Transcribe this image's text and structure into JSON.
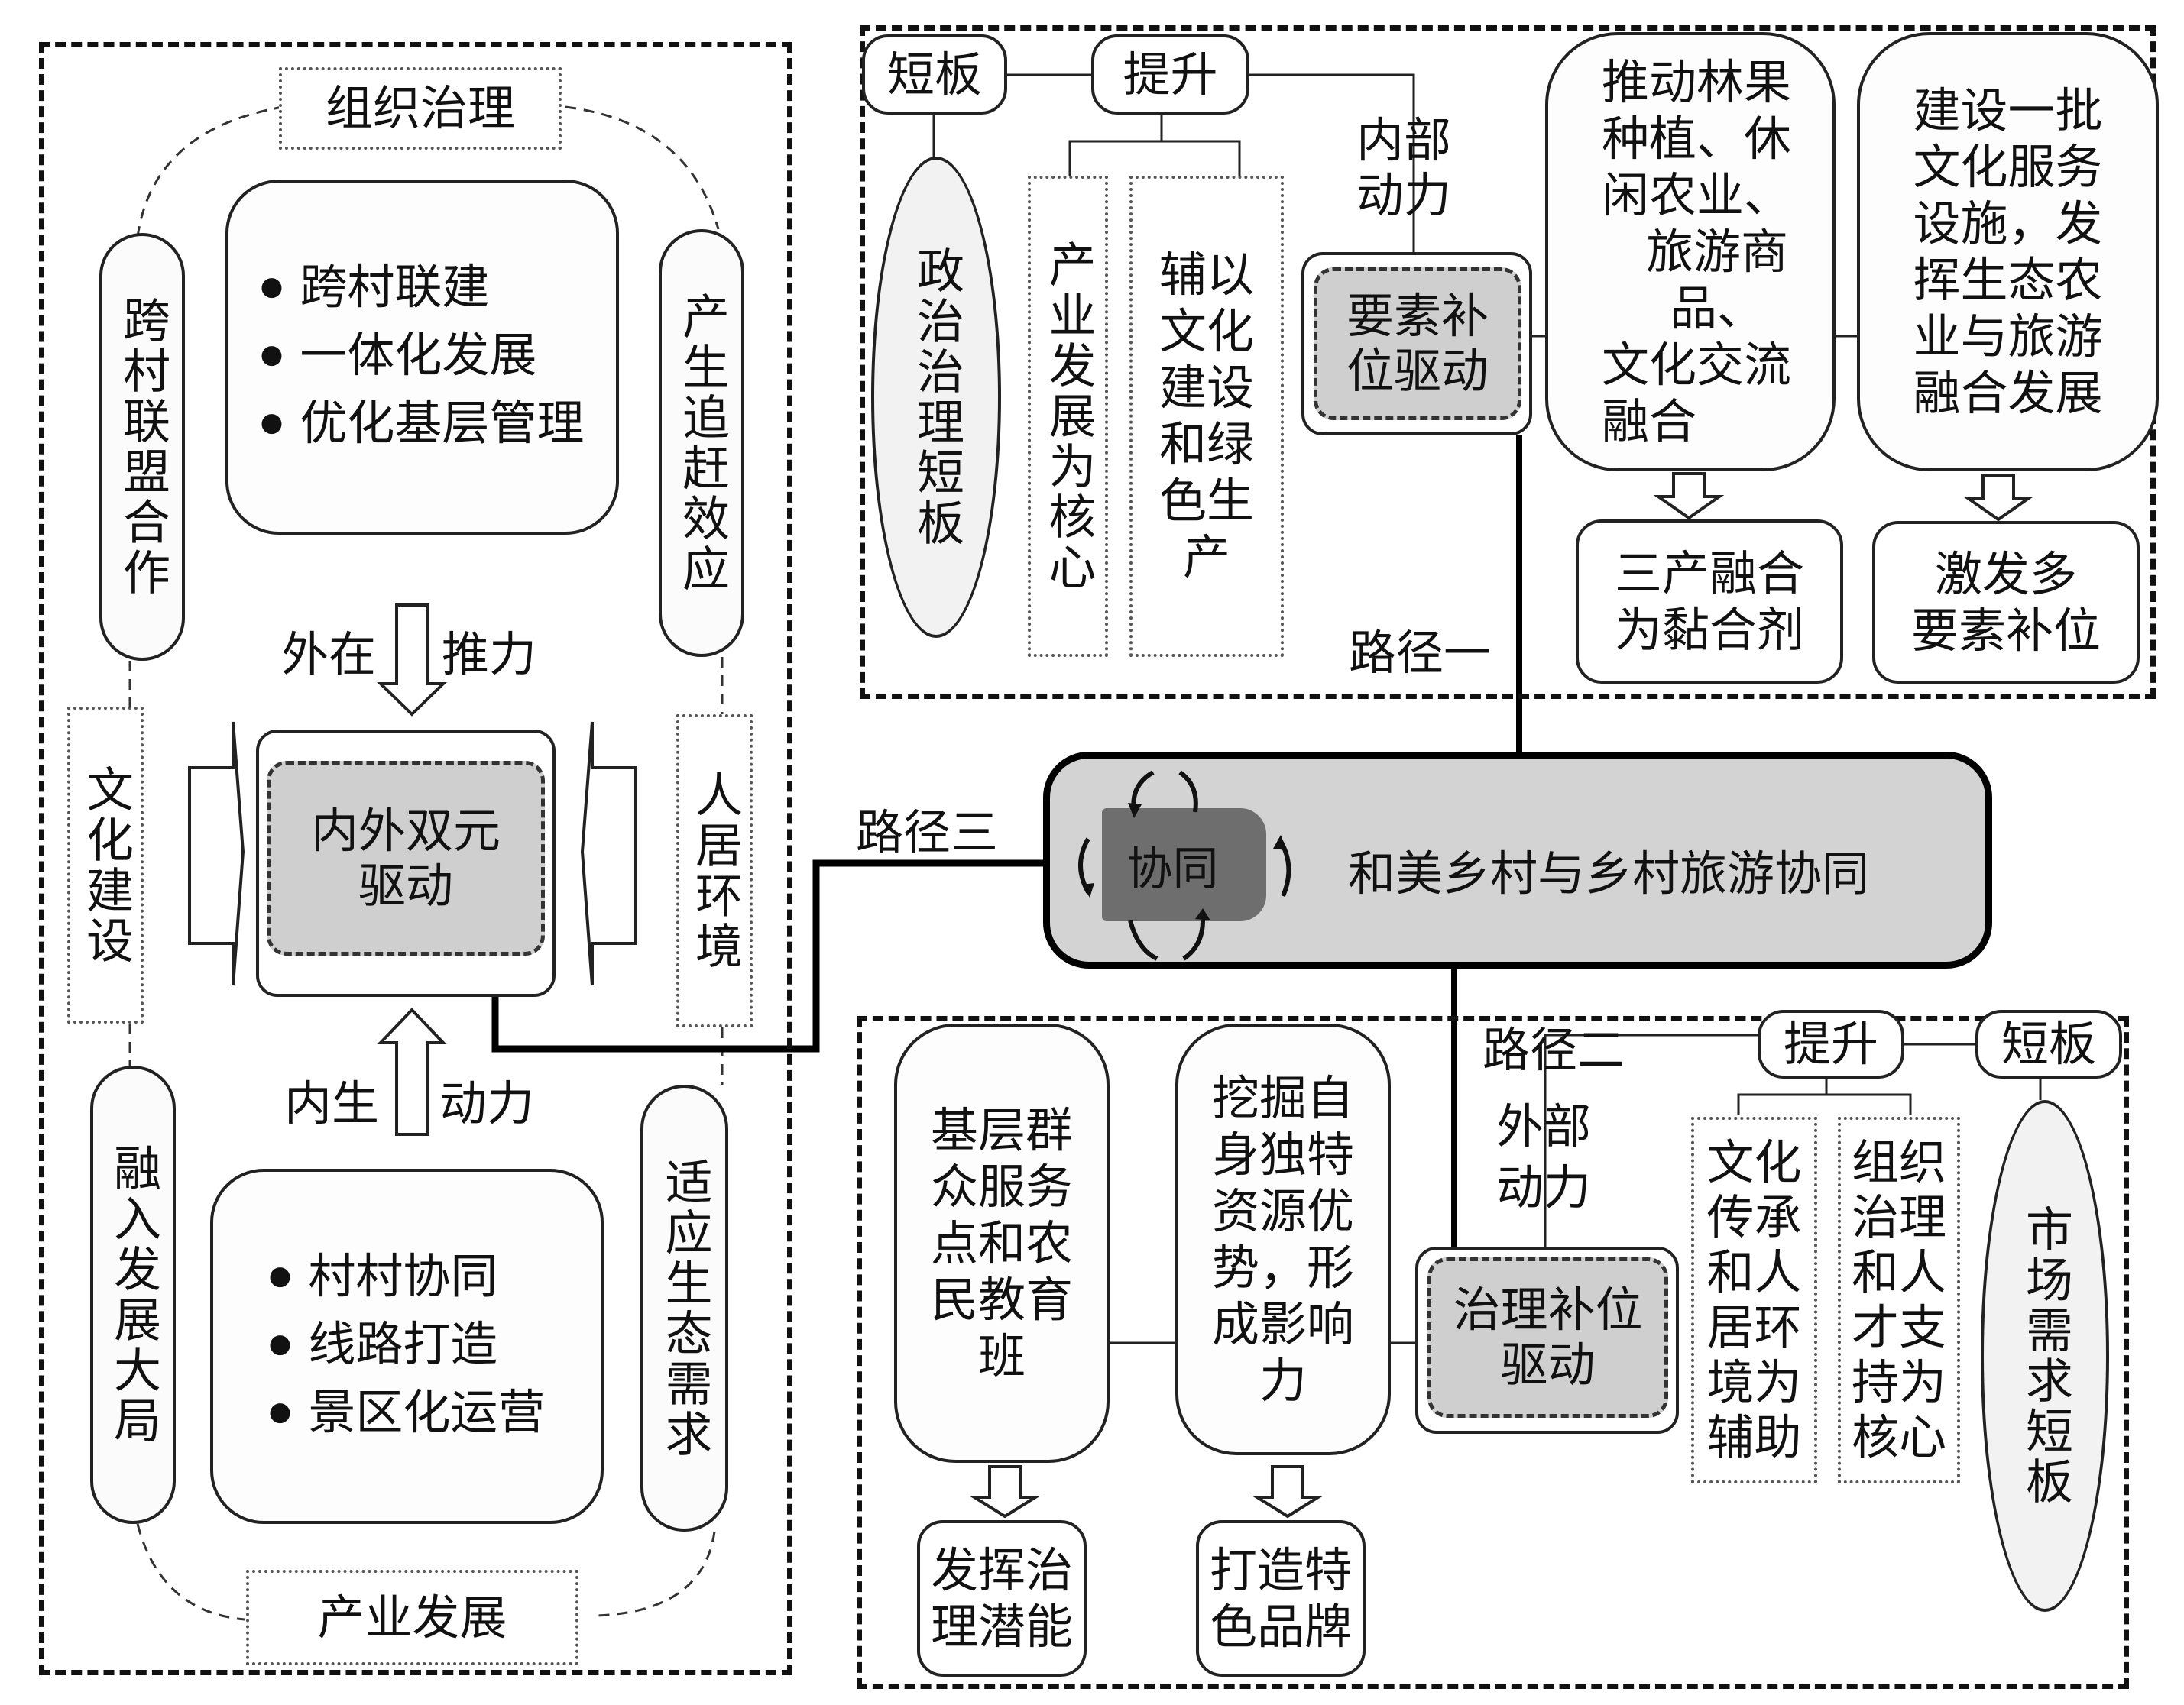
{
  "left_panel": {
    "top_label": "组织治理",
    "bottom_label": "产业发展",
    "left_top_pill": "跨村联盟合作",
    "right_top_pill": "产生追赶效应",
    "left_mid_box": "文化建设",
    "right_mid_box": "人居环境",
    "left_bottom_pill": "融入发展大局",
    "right_bottom_pill": "适应生态需求",
    "top_bullets": [
      "跨村联建",
      "一体化发展",
      "优化基层管理"
    ],
    "bottom_bullets": [
      "村村协同",
      "线路打造",
      "景区化运营"
    ],
    "down_arrow_left": "外在",
    "down_arrow_right": "推力",
    "up_arrow_left": "内生",
    "up_arrow_right": "动力",
    "center_driver": [
      "内外双元",
      "驱动"
    ]
  },
  "path_labels": {
    "path1": "路径一",
    "path2": "路径二",
    "path3": "路径三"
  },
  "center": {
    "cylinder_label": "协同",
    "title": "和美乡村与乡村旅游协同"
  },
  "path1_panel": {
    "weakness_tag": "短板",
    "improve_tag": "提升",
    "weakness_ellipse": "政治治理短板",
    "core_box": "产业发展为核心",
    "aux_box_rows": [
      "辅以",
      "文化",
      "建设",
      "和绿",
      "色生",
      "产"
    ],
    "motive": [
      "内部",
      "动力"
    ],
    "driver": [
      "要素补",
      "位驱动"
    ],
    "measure1": [
      "推动林果",
      "种植、休",
      "闲农业、",
      "旅游商品、",
      "文化交流",
      "融合"
    ],
    "measure2": [
      "建设一批",
      "文化服务",
      "设施，发",
      "挥生态农",
      "业与旅游",
      "融合发展"
    ],
    "result1": [
      "三产融合",
      "为黏合剂"
    ],
    "result2": [
      "激发多",
      "要素补位"
    ]
  },
  "path2_panel": {
    "improve_tag": "提升",
    "weakness_tag": "短板",
    "motive": [
      "外部",
      "动力"
    ],
    "driver": [
      "治理补位",
      "驱动"
    ],
    "measure1": [
      "基层群",
      "众服务",
      "点和农",
      "民教育",
      "班"
    ],
    "measure2": [
      "挖掘自",
      "身独特",
      "资源优",
      "势，形",
      "成影响",
      "力"
    ],
    "result1": [
      "发挥治",
      "理潜能"
    ],
    "result2": [
      "打造特",
      "色品牌"
    ],
    "aux_box_rows": [
      "文化",
      "传承",
      "和人",
      "居环",
      "境为",
      "辅助"
    ],
    "core_box_rows": [
      "组织",
      "治理",
      "和人",
      "才支",
      "持为",
      "核心"
    ],
    "weakness_ellipse": "市场需求短板"
  },
  "colors": {
    "driver_fill": "#cfcfcf",
    "center_fill": "#d3d3d3",
    "cylinder_fill": "#6e6e6e",
    "line": "#111111"
  }
}
